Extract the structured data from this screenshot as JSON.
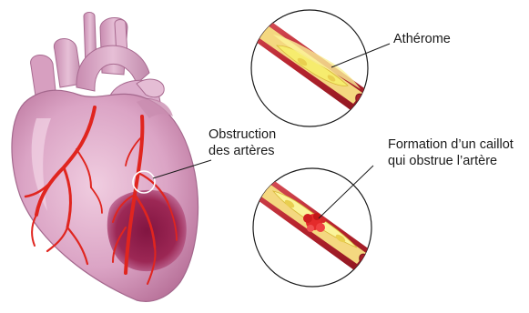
{
  "labels": {
    "obstruction": [
      "Obstruction",
      "des artères"
    ],
    "atherome": "Athérome",
    "caillot": [
      "Formation d’un caillot",
      "qui obstrue l’artère"
    ]
  },
  "icons": {
    "heart": "heart-illustration",
    "artery_top": "atherosclerotic-artery-icon",
    "artery_bottom": "artery-clot-icon"
  },
  "colors": {
    "heart": "#d9a0c2",
    "heart_shade": "#b86f9c",
    "infarct": "#8e1a4a",
    "coronary": "#e0251f",
    "artery_wall": "#c8323a",
    "plaque": "#f3e46a",
    "clot": "#e42b2b"
  }
}
